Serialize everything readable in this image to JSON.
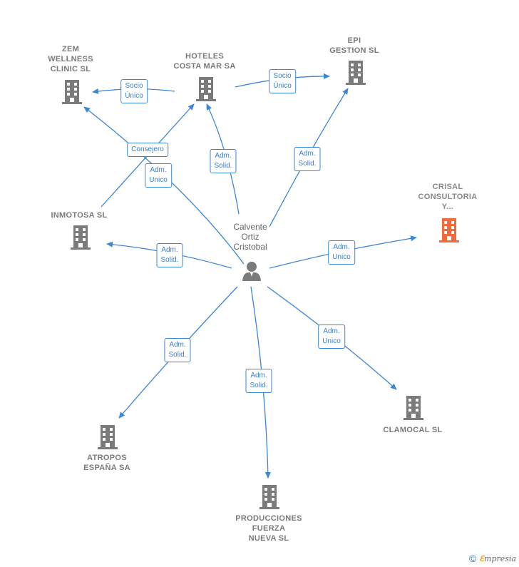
{
  "colors": {
    "edge": "#3c86d6",
    "building": "#7b7b7b",
    "building_highlight": "#f26a3c",
    "person": "#7b7b7b"
  },
  "person": {
    "name": "Calvente\nOrtiz\nCristobal",
    "icon": "person-icon"
  },
  "companies": {
    "zem": {
      "name": "ZEM\nWELLNESS\nCLINIC  SL",
      "icon": "building-icon"
    },
    "hoteles": {
      "name": "HOTELES\nCOSTA MAR SA",
      "icon": "building-icon"
    },
    "epi": {
      "name": "EPI\nGESTION SL",
      "icon": "building-icon"
    },
    "crisal": {
      "name": "CRISAL\nCONSULTORIA\nY...",
      "icon": "building-icon",
      "highlighted": true
    },
    "inmotosa": {
      "name": "INMOTOSA SL",
      "icon": "building-icon"
    },
    "atropos": {
      "name": "ATROPOS\nESPAÑA SA",
      "icon": "building-icon"
    },
    "producciones": {
      "name": "PRODUCCIONES\nFUERZA\nNUEVA  SL",
      "icon": "building-icon"
    },
    "clamocal": {
      "name": "CLAMOCAL  SL",
      "icon": "building-icon"
    }
  },
  "relations": {
    "hoteles_zem": "Socio\nÚnico",
    "hoteles_epi": "Socio\nÚnico",
    "inmotosa_hoteles": "Consejero",
    "person_zem": "Adm.\nUnico",
    "person_hoteles": "Adm.\nSolid.",
    "person_epi": "Adm.\nSolid.",
    "person_crisal": "Adm.\nUnico",
    "person_inmotosa": "Adm.\nSolid.",
    "person_atropos": "Adm.\nSolid.",
    "person_producciones": "Adm.\nSolid.",
    "person_clamocal": "Adm.\nUnico"
  },
  "footer": {
    "copyright_symbol": "©",
    "brand_initial": "ℇ",
    "brand_rest": "mpresia"
  }
}
